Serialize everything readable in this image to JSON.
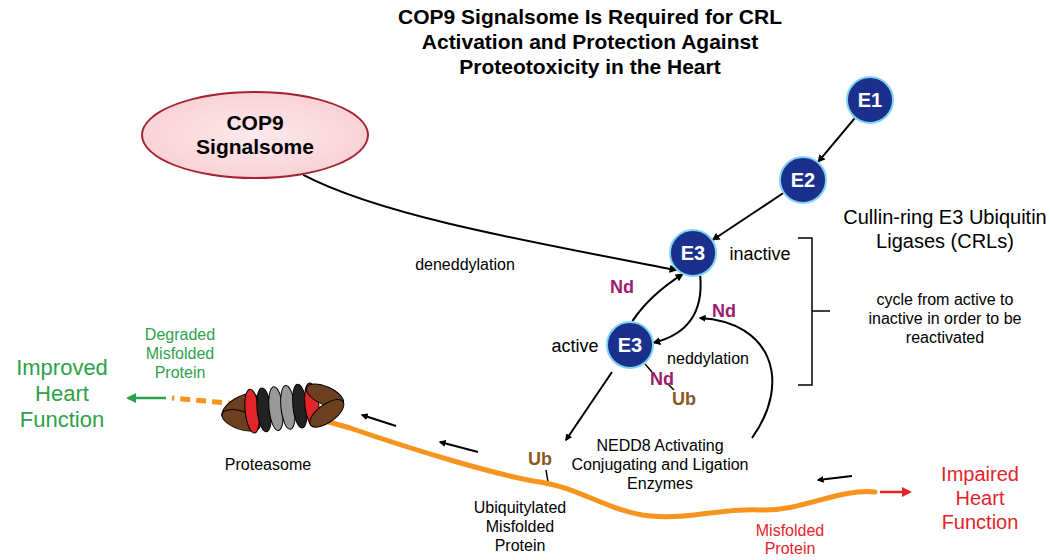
{
  "diagram": {
    "title": "COP9 Signalsome Is Required for CRL Activation and Protection Against Proteotoxicity in the Heart",
    "nodes": [
      {
        "text": [
          "COP9 Signalsome"
        ]
      },
      {
        "text": [
          "E1"
        ]
      },
      {
        "text": [
          "E2"
        ]
      },
      {
        "text": [
          "E3"
        ]
      },
      {
        "text": [
          "E3"
        ]
      }
    ],
    "edges": [
      {
        "from": 1,
        "to": 2,
        "arrow": "to"
      },
      {
        "from": 2,
        "to": 3,
        "arrow": "to"
      },
      {
        "from": 0,
        "to": 3,
        "label": "deneddylation",
        "arrow": "to"
      },
      {
        "from": 3,
        "to": 4,
        "arrow": "to"
      },
      {
        "from": 4,
        "to": 3,
        "arrow": "to"
      }
    ],
    "labels": [
      "inactive",
      "active",
      "Cullin-ring E3 Ubiquitin Ligases (CRLs)",
      "cycle from active to inactive in order to be reactivated",
      "Nd",
      "Nd",
      "neddylation",
      "Nd",
      "Ub",
      "NEDD8 Activating Conjugating and Ligation Enzymes",
      "Ub",
      "Ubiquitylated Misfolded Protein",
      "Misfolded Protein",
      "Impaired Heart Function",
      "Degraded Misfolded Protein",
      "Improved Heart Function",
      "Proteasome"
    ]
  }
}
